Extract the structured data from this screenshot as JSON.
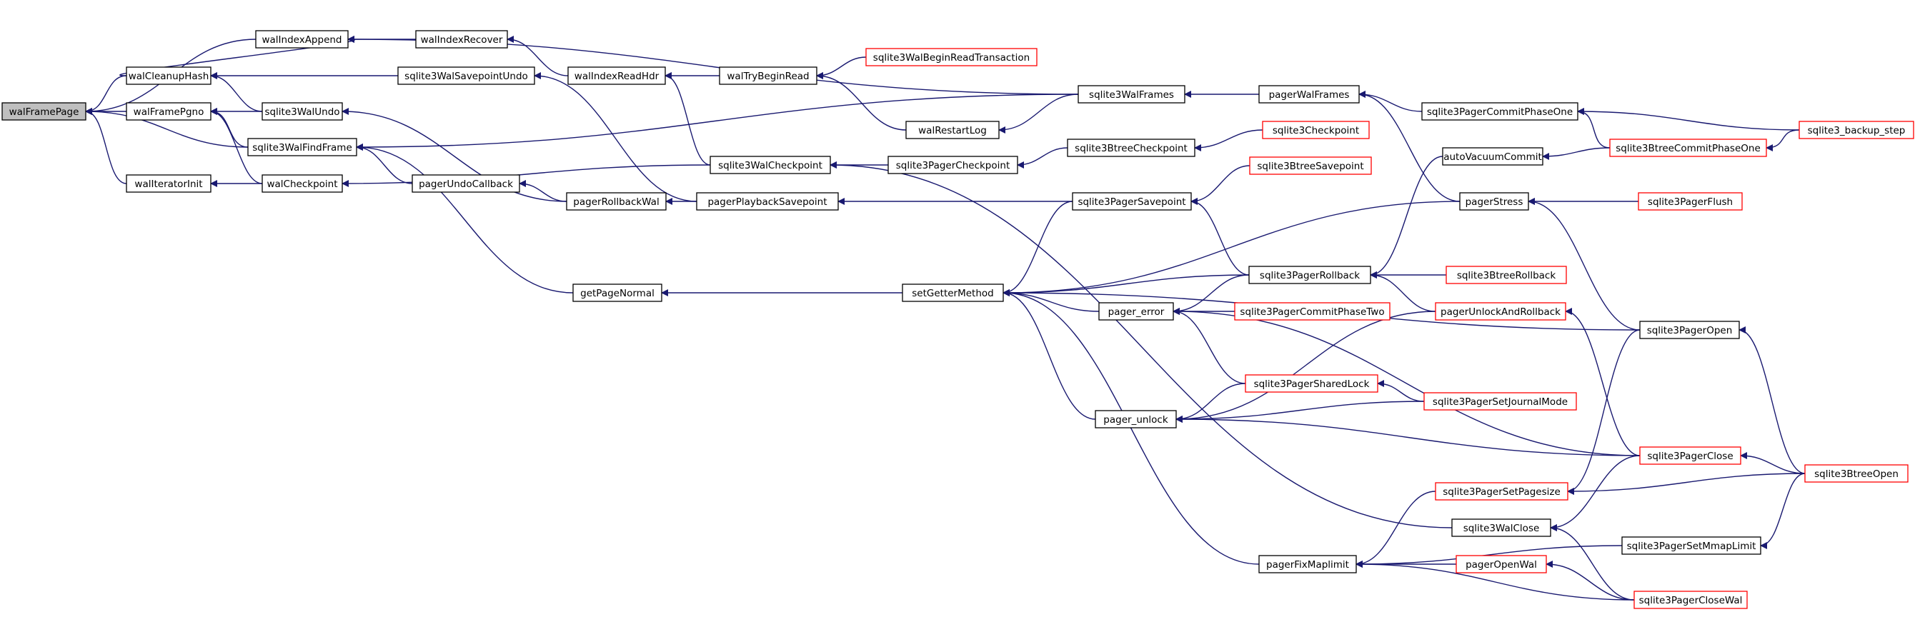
{
  "nodes": [
    {
      "id": "walFramePage",
      "label": "walFramePage",
      "root": true
    },
    {
      "id": "walIndexAppend",
      "label": "walIndexAppend"
    },
    {
      "id": "walCleanupHash",
      "label": "walCleanupHash"
    },
    {
      "id": "walFramePgno",
      "label": "walFramePgno"
    },
    {
      "id": "sqlite3WalFindFrame",
      "label": "sqlite3WalFindFrame"
    },
    {
      "id": "walIteratorInit",
      "label": "walIteratorInit"
    },
    {
      "id": "walCheckpoint",
      "label": "walCheckpoint"
    },
    {
      "id": "walIndexRecover",
      "label": "walIndexRecover"
    },
    {
      "id": "sqlite3WalSavepointUndo",
      "label": "sqlite3WalSavepointUndo"
    },
    {
      "id": "sqlite3WalUndo",
      "label": "sqlite3WalUndo"
    },
    {
      "id": "pagerUndoCallback",
      "label": "pagerUndoCallback"
    },
    {
      "id": "getPageNormal",
      "label": "getPageNormal"
    },
    {
      "id": "walIndexReadHdr",
      "label": "walIndexReadHdr"
    },
    {
      "id": "pagerRollbackWal",
      "label": "pagerRollbackWal"
    },
    {
      "id": "walTryBeginRead",
      "label": "walTryBeginRead"
    },
    {
      "id": "sqlite3WalCheckpoint",
      "label": "sqlite3WalCheckpoint"
    },
    {
      "id": "pagerPlaybackSavepoint",
      "label": "pagerPlaybackSavepoint"
    },
    {
      "id": "sqlite3WalBeginReadTransaction",
      "label": "sqlite3WalBeginReadTransaction",
      "ext": true
    },
    {
      "id": "walRestartLog",
      "label": "walRestartLog"
    },
    {
      "id": "sqlite3PagerCheckpoint",
      "label": "sqlite3PagerCheckpoint"
    },
    {
      "id": "setGetterMethod",
      "label": "setGetterMethod"
    },
    {
      "id": "sqlite3WalFrames",
      "label": "sqlite3WalFrames"
    },
    {
      "id": "sqlite3BtreeCheckpoint",
      "label": "sqlite3BtreeCheckpoint"
    },
    {
      "id": "sqlite3PagerSavepoint",
      "label": "sqlite3PagerSavepoint"
    },
    {
      "id": "pager_error",
      "label": "pager_error"
    },
    {
      "id": "pager_unlock",
      "label": "pager_unlock"
    },
    {
      "id": "pagerFixMaplimit",
      "label": "pagerFixMaplimit"
    },
    {
      "id": "sqlite3Checkpoint",
      "label": "sqlite3Checkpoint",
      "ext": true
    },
    {
      "id": "sqlite3BtreeSavepoint",
      "label": "sqlite3BtreeSavepoint",
      "ext": true
    },
    {
      "id": "sqlite3PagerRollback",
      "label": "sqlite3PagerRollback"
    },
    {
      "id": "sqlite3PagerCommitPhaseTwo",
      "label": "sqlite3PagerCommitPhaseTwo",
      "ext": true
    },
    {
      "id": "sqlite3PagerSharedLock",
      "label": "sqlite3PagerSharedLock",
      "ext": true
    },
    {
      "id": "pagerWalFrames",
      "label": "pagerWalFrames"
    },
    {
      "id": "autoVacuumCommit",
      "label": "autoVacuumCommit"
    },
    {
      "id": "pagerStress",
      "label": "pagerStress"
    },
    {
      "id": "sqlite3BtreeRollback",
      "label": "sqlite3BtreeRollback",
      "ext": true
    },
    {
      "id": "pagerUnlockAndRollback",
      "label": "pagerUnlockAndRollback",
      "ext": true
    },
    {
      "id": "sqlite3PagerSetJournalMode",
      "label": "sqlite3PagerSetJournalMode",
      "ext": true
    },
    {
      "id": "sqlite3PagerSetPagesize",
      "label": "sqlite3PagerSetPagesize",
      "ext": true
    },
    {
      "id": "sqlite3WalClose",
      "label": "sqlite3WalClose"
    },
    {
      "id": "pagerOpenWal",
      "label": "pagerOpenWal",
      "ext": true
    },
    {
      "id": "sqlite3PagerCommitPhaseOne",
      "label": "sqlite3PagerCommitPhaseOne"
    },
    {
      "id": "sqlite3BtreeCommitPhaseOne",
      "label": "sqlite3BtreeCommitPhaseOne",
      "ext": true
    },
    {
      "id": "sqlite3PagerFlush",
      "label": "sqlite3PagerFlush",
      "ext": true
    },
    {
      "id": "sqlite3PagerOpen",
      "label": "sqlite3PagerOpen"
    },
    {
      "id": "sqlite3PagerClose",
      "label": "sqlite3PagerClose",
      "ext": true
    },
    {
      "id": "sqlite3PagerSetMmapLimit",
      "label": "sqlite3PagerSetMmapLimit"
    },
    {
      "id": "sqlite3PagerCloseWal",
      "label": "sqlite3PagerCloseWal",
      "ext": true
    },
    {
      "id": "sqlite3_backup_step",
      "label": "sqlite3_backup_step",
      "ext": true
    },
    {
      "id": "sqlite3BtreeOpen",
      "label": "sqlite3BtreeOpen",
      "ext": true
    }
  ],
  "edges": [
    [
      "walIndexAppend",
      "walFramePage"
    ],
    [
      "walCleanupHash",
      "walFramePage"
    ],
    [
      "walFramePgno",
      "walFramePage"
    ],
    [
      "sqlite3WalFindFrame",
      "walFramePage"
    ],
    [
      "walIteratorInit",
      "walFramePage"
    ],
    [
      "walIndexRecover",
      "walIndexAppend"
    ],
    [
      "sqlite3WalFrames",
      "walIndexAppend"
    ],
    [
      "walCleanupHash",
      "walIndexAppend"
    ],
    [
      "sqlite3WalSavepointUndo",
      "walCleanupHash"
    ],
    [
      "sqlite3WalUndo",
      "walCleanupHash"
    ],
    [
      "sqlite3WalUndo",
      "walFramePgno"
    ],
    [
      "sqlite3WalFindFrame",
      "walFramePgno"
    ],
    [
      "walCheckpoint",
      "walFramePgno"
    ],
    [
      "sqlite3WalFrames",
      "sqlite3WalFindFrame"
    ],
    [
      "pagerUndoCallback",
      "sqlite3WalFindFrame"
    ],
    [
      "getPageNormal",
      "sqlite3WalFindFrame"
    ],
    [
      "walCheckpoint",
      "walIteratorInit"
    ],
    [
      "sqlite3WalCheckpoint",
      "walCheckpoint"
    ],
    [
      "walIndexReadHdr",
      "walIndexRecover"
    ],
    [
      "pagerPlaybackSavepoint",
      "sqlite3WalSavepointUndo"
    ],
    [
      "pagerRollbackWal",
      "sqlite3WalUndo"
    ],
    [
      "pagerRollbackWal",
      "pagerUndoCallback"
    ],
    [
      "setGetterMethod",
      "getPageNormal"
    ],
    [
      "walTryBeginRead",
      "walIndexReadHdr"
    ],
    [
      "sqlite3WalCheckpoint",
      "walIndexReadHdr"
    ],
    [
      "pagerPlaybackSavepoint",
      "pagerRollbackWal"
    ],
    [
      "sqlite3WalBeginReadTransaction",
      "walTryBeginRead"
    ],
    [
      "walRestartLog",
      "walTryBeginRead"
    ],
    [
      "sqlite3PagerCheckpoint",
      "sqlite3WalCheckpoint"
    ],
    [
      "sqlite3WalClose",
      "sqlite3WalCheckpoint"
    ],
    [
      "sqlite3PagerSavepoint",
      "pagerPlaybackSavepoint"
    ],
    [
      "sqlite3WalFrames",
      "walRestartLog"
    ],
    [
      "sqlite3BtreeCheckpoint",
      "sqlite3PagerCheckpoint"
    ],
    [
      "sqlite3PagerSavepoint",
      "setGetterMethod"
    ],
    [
      "pagerStress",
      "setGetterMethod"
    ],
    [
      "sqlite3PagerRollback",
      "setGetterMethod"
    ],
    [
      "pager_error",
      "setGetterMethod"
    ],
    [
      "pager_unlock",
      "setGetterMethod"
    ],
    [
      "pagerFixMaplimit",
      "setGetterMethod"
    ],
    [
      "sqlite3PagerOpen",
      "setGetterMethod"
    ],
    [
      "pagerWalFrames",
      "sqlite3WalFrames"
    ],
    [
      "sqlite3Checkpoint",
      "sqlite3BtreeCheckpoint"
    ],
    [
      "sqlite3BtreeSavepoint",
      "sqlite3PagerSavepoint"
    ],
    [
      "sqlite3PagerRollback",
      "sqlite3PagerSavepoint"
    ],
    [
      "sqlite3PagerRollback",
      "pager_error"
    ],
    [
      "sqlite3PagerCommitPhaseTwo",
      "pager_error"
    ],
    [
      "sqlite3PagerSharedLock",
      "pager_error"
    ],
    [
      "sqlite3PagerClose",
      "pager_error"
    ],
    [
      "sqlite3PagerSharedLock",
      "pager_unlock"
    ],
    [
      "pagerUnlockAndRollback",
      "pager_unlock"
    ],
    [
      "sqlite3PagerSetJournalMode",
      "pager_unlock"
    ],
    [
      "sqlite3PagerClose",
      "pager_unlock"
    ],
    [
      "sqlite3PagerSetPagesize",
      "pagerFixMaplimit"
    ],
    [
      "sqlite3PagerSetMmapLimit",
      "pagerFixMaplimit"
    ],
    [
      "pagerOpenWal",
      "pagerFixMaplimit"
    ],
    [
      "sqlite3PagerCloseWal",
      "pagerFixMaplimit"
    ],
    [
      "sqlite3PagerCommitPhaseOne",
      "pagerWalFrames"
    ],
    [
      "pagerStress",
      "pagerWalFrames"
    ],
    [
      "sqlite3BtreeCommitPhaseOne",
      "autoVacuumCommit"
    ],
    [
      "sqlite3PagerFlush",
      "pagerStress"
    ],
    [
      "sqlite3PagerOpen",
      "pagerStress"
    ],
    [
      "sqlite3BtreeRollback",
      "sqlite3PagerRollback"
    ],
    [
      "pagerUnlockAndRollback",
      "sqlite3PagerRollback"
    ],
    [
      "autoVacuumCommit",
      "sqlite3PagerRollback"
    ],
    [
      "sqlite3PagerSetJournalMode",
      "sqlite3PagerSharedLock"
    ],
    [
      "sqlite3PagerClose",
      "pagerUnlockAndRollback"
    ],
    [
      "sqlite3BtreeOpen",
      "sqlite3PagerSetPagesize"
    ],
    [
      "sqlite3PagerOpen",
      "sqlite3PagerSetPagesize"
    ],
    [
      "sqlite3PagerClose",
      "sqlite3WalClose"
    ],
    [
      "sqlite3PagerCloseWal",
      "sqlite3WalClose"
    ],
    [
      "sqlite3PagerCloseWal",
      "pagerOpenWal"
    ],
    [
      "sqlite3BtreeCommitPhaseOne",
      "sqlite3PagerCommitPhaseOne"
    ],
    [
      "sqlite3_backup_step",
      "sqlite3PagerCommitPhaseOne"
    ],
    [
      "sqlite3_backup_step",
      "sqlite3BtreeCommitPhaseOne"
    ],
    [
      "sqlite3BtreeOpen",
      "sqlite3PagerOpen"
    ],
    [
      "sqlite3BtreeOpen",
      "sqlite3PagerClose"
    ],
    [
      "sqlite3BtreeOpen",
      "sqlite3PagerSetMmapLimit"
    ]
  ],
  "colors": {
    "edge": "#191970",
    "root_fill": "#bfbfbf",
    "external_border": "#ff0000",
    "node_border": "#000000"
  }
}
